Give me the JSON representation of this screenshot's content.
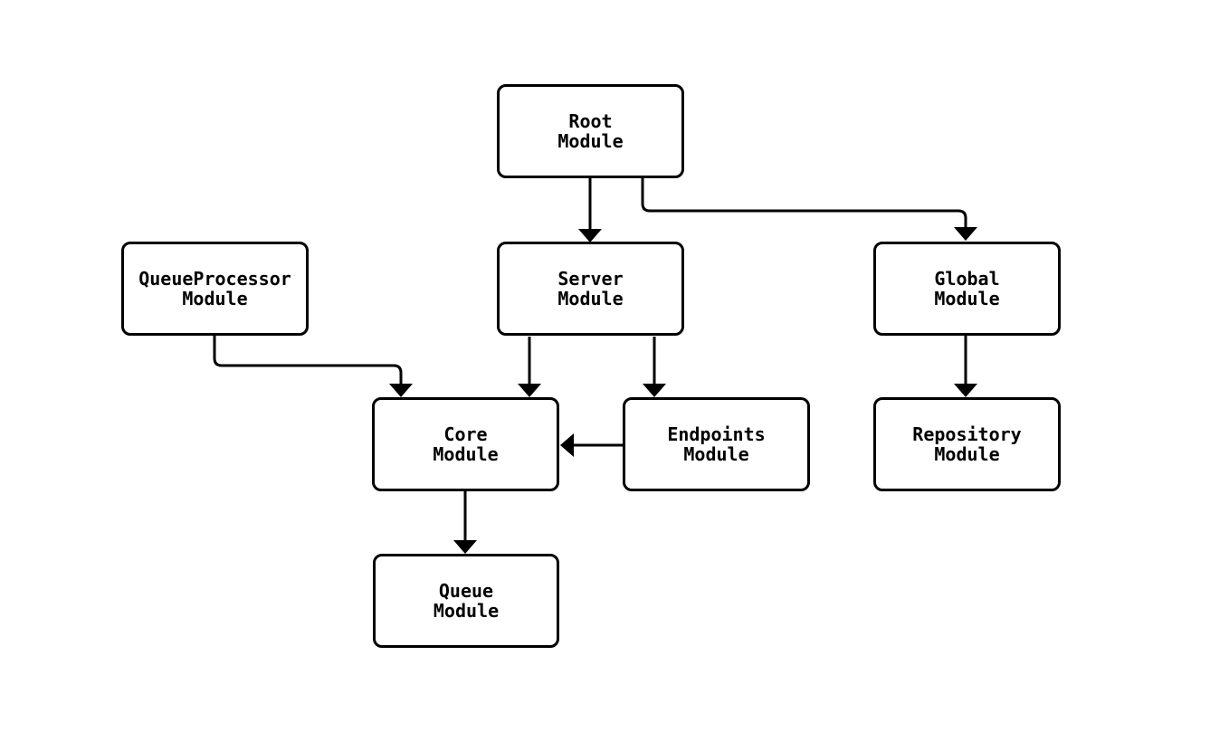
{
  "diagram": {
    "type": "flowchart",
    "background_color": "#ffffff",
    "node_fill_color": "#ffffff",
    "stroke_color": "#000000",
    "text_color": "#000000",
    "nodes": [
      {
        "id": "root",
        "line1": "Root",
        "line2": "Module"
      },
      {
        "id": "queueprocessor",
        "line1": "QueueProcessor",
        "line2": "Module"
      },
      {
        "id": "server",
        "line1": "Server",
        "line2": "Module"
      },
      {
        "id": "global",
        "line1": "Global",
        "line2": "Module"
      },
      {
        "id": "core",
        "line1": "Core",
        "line2": "Module"
      },
      {
        "id": "endpoints",
        "line1": "Endpoints",
        "line2": "Module"
      },
      {
        "id": "repository",
        "line1": "Repository",
        "line2": "Module"
      },
      {
        "id": "queue",
        "line1": "Queue",
        "line2": "Module"
      }
    ],
    "edges": [
      {
        "from": "root",
        "to": "server"
      },
      {
        "from": "root",
        "to": "global"
      },
      {
        "from": "queueprocessor",
        "to": "core"
      },
      {
        "from": "server",
        "to": "core"
      },
      {
        "from": "server",
        "to": "endpoints"
      },
      {
        "from": "endpoints",
        "to": "core"
      },
      {
        "from": "core",
        "to": "queue"
      },
      {
        "from": "global",
        "to": "repository"
      }
    ]
  }
}
